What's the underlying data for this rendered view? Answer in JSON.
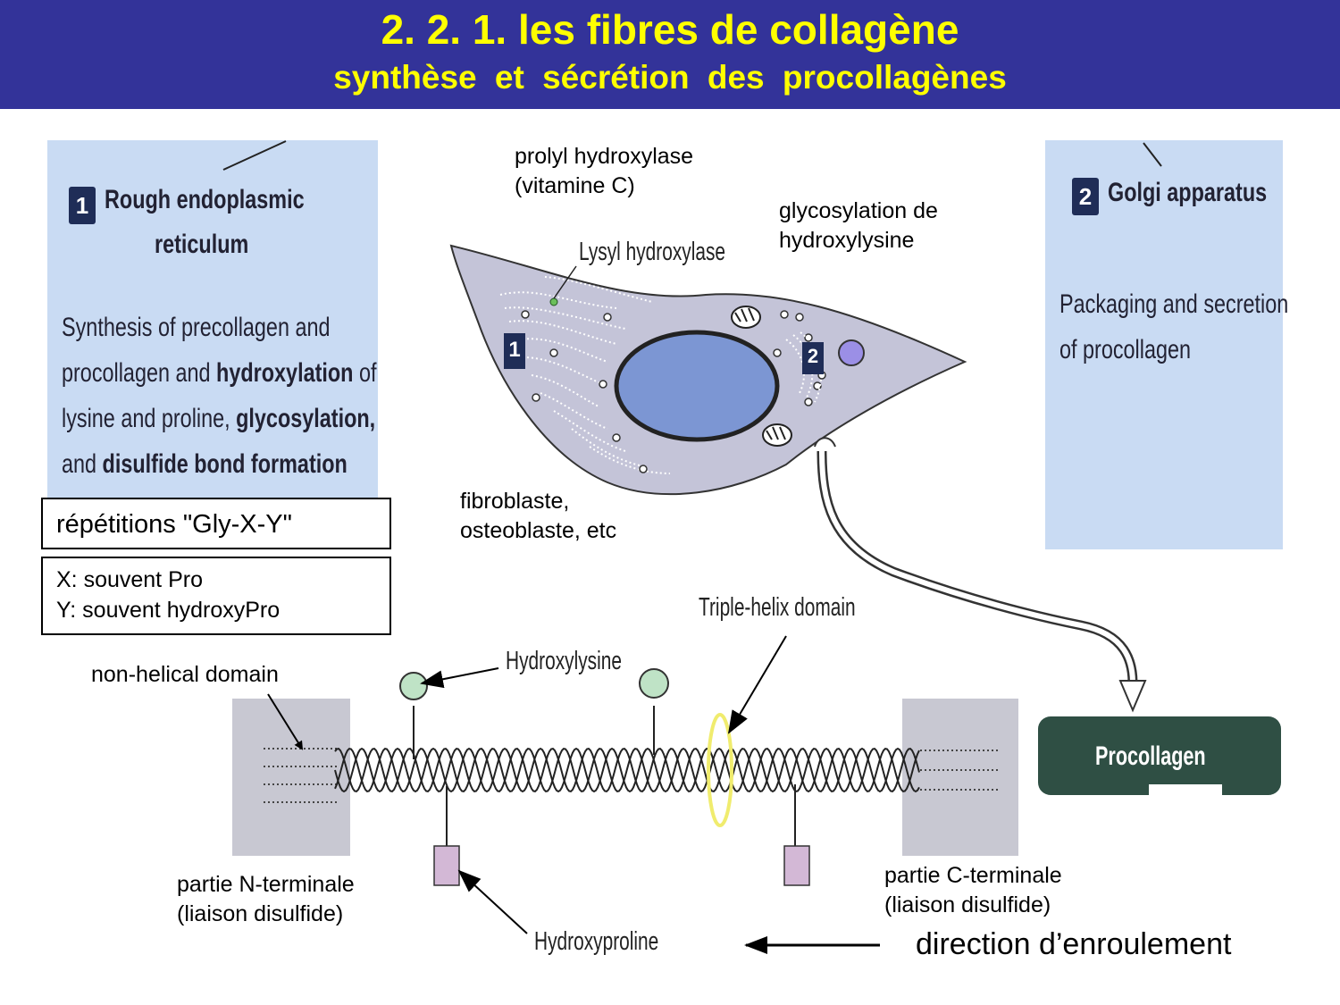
{
  "header": {
    "title": "2. 2. 1. les fibres de collagène",
    "subtitle": "synthèse  et  sécrétion  des  procollagènes",
    "background": "#333399",
    "text_color": "#ffff00"
  },
  "panel_rer": {
    "number": "1",
    "title_line1": "Rough endoplasmic",
    "title_line2": "reticulum",
    "body_lines": [
      [
        {
          "t": "Synthesis of precollagen and",
          "b": false
        }
      ],
      [
        {
          "t": "procollagen and ",
          "b": false
        },
        {
          "t": "hydroxylation",
          "b": true
        },
        {
          "t": " of",
          "b": false
        }
      ],
      [
        {
          "t": "lysine and proline, ",
          "b": false
        },
        {
          "t": "glycosylation,",
          "b": true
        }
      ],
      [
        {
          "t": "and ",
          "b": false
        },
        {
          "t": "disulfide bond formation",
          "b": true
        }
      ]
    ]
  },
  "panel_golgi": {
    "number": "2",
    "title": "Golgi apparatus",
    "body_line1": "Packaging and secretion",
    "body_line2": "of procollagen"
  },
  "cell": {
    "badge_1": "1",
    "badge_2": "2",
    "lysyl_label": "Lysyl hydroxylase"
  },
  "labels": {
    "prolyl_line1": "prolyl hydroxylase",
    "prolyl_line2": "(vitamine C)",
    "glyco_line1": "glycosylation de",
    "glyco_line2": "hydroxylysine",
    "fibro_line1": "fibroblaste,",
    "fibro_line2": "osteoblaste, etc",
    "non_helical": "non-helical domain",
    "n_term_line1": "partie N-terminale",
    "n_term_line2": "(liaison disulfide)",
    "c_term_line1": "partie C-terminale",
    "c_term_line2": "(liaison disulfide)",
    "direction": "direction d’enroulement"
  },
  "boxes": {
    "repeats": "répétitions \"Gly-X-Y\"",
    "x_line": "X: souvent Pro",
    "y_line": "Y: souvent hydroxyPro"
  },
  "molecule": {
    "triple_helix": "Triple-helix domain",
    "hydroxylysine": "Hydroxylysine",
    "hydroxyproline": "Hydroxyproline",
    "procollagen": "Procollagen"
  },
  "colors": {
    "panel_bg": "#c9dbf3",
    "cell_fill": "#c4c4d8",
    "nucleus_fill": "#7c96d3",
    "procollagen_fill": "#2f4f44",
    "hydroxylysine_fill": "#bfe3c6",
    "hydroxyproline_fill": "#d3b8d6"
  }
}
